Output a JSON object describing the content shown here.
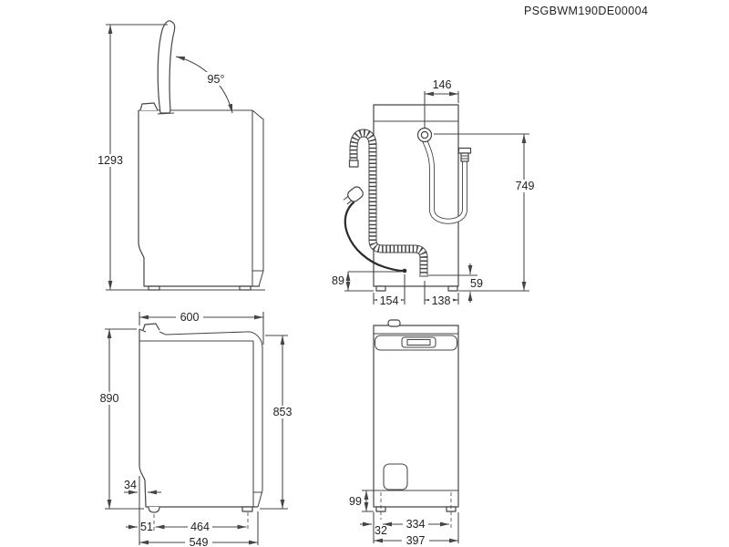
{
  "doc_code": "PSGBWM190DE00004",
  "colors": {
    "line": "#454545",
    "text": "#1f1f1f",
    "background": "#ffffff"
  },
  "views": {
    "side_open": {
      "angle": "95°",
      "total_height": "1293"
    },
    "rear": {
      "inlet_offset": "146",
      "inlet_height": "749",
      "cord_height": "89",
      "hose_height": "59",
      "cord_span": "154",
      "hose_span": "138"
    },
    "side_closed": {
      "depth": "600",
      "height": "890",
      "rear_height": "853",
      "front_inset": "34",
      "front_foot_offset": "51",
      "feet_span": "464",
      "base_depth": "549"
    },
    "front": {
      "plinth_height": "99",
      "foot_offset": "32",
      "feet_span": "334",
      "width": "397"
    }
  }
}
